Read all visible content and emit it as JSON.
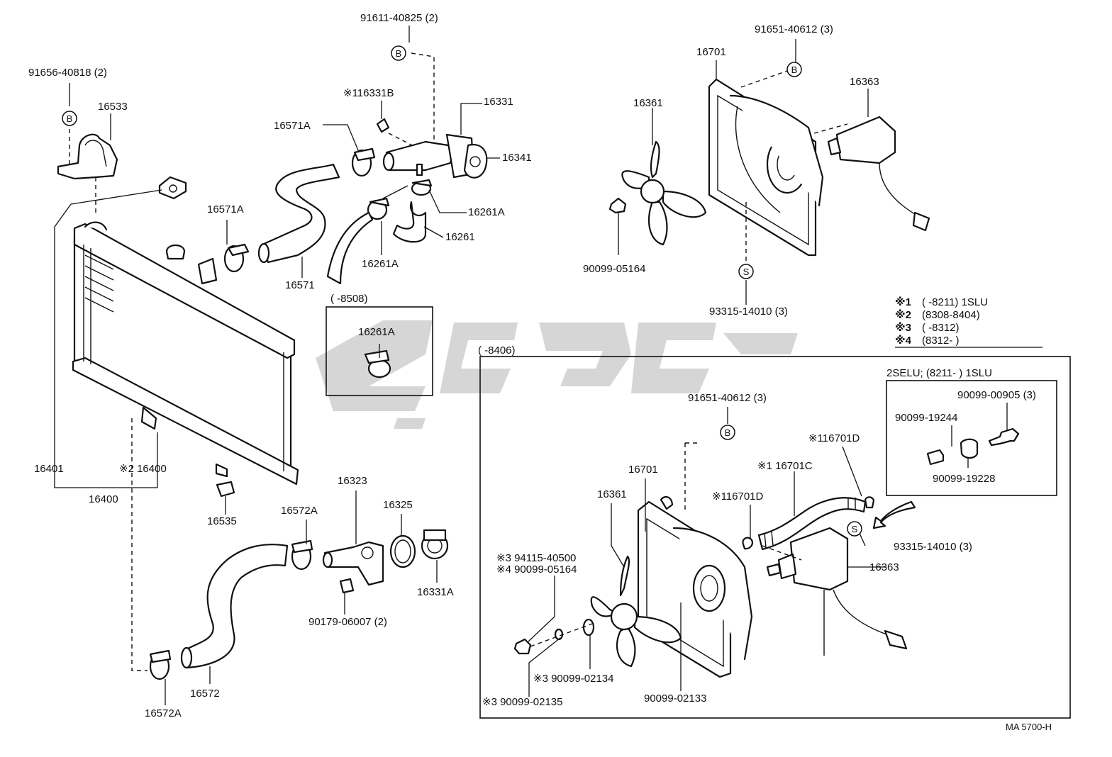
{
  "labels": {
    "l_91656_40818": "91656-40818 (2)",
    "l_16533": "16533",
    "l_91611_40825": "91611-40825 (2)",
    "l_16331B": "※116331B",
    "l_16331": "16331",
    "l_16571A_top": "16571A",
    "l_16341": "16341",
    "l_16261A_right": "16261A",
    "l_16571A_mid": "16571A",
    "l_16261": "16261",
    "l_16261A_below": "16261A",
    "l_16571": "16571",
    "l_inset_range": "(        -8508)",
    "l_inset_16261A": "16261A",
    "l_16401": "16401",
    "l_16400_star2": "※2 16400",
    "l_16400": "16400",
    "l_16535": "16535",
    "l_16572A_top": "16572A",
    "l_16323": "16323",
    "l_16325": "16325",
    "l_16331A": "16331A",
    "l_90179_06007": "90179-06007 (2)",
    "l_16572": "16572",
    "l_16572A_bottom": "16572A",
    "l_91651_40612_top": "91651-40612 (3)",
    "l_16701_top": "16701",
    "l_16361_top": "16361",
    "l_16363_top": "16363",
    "l_90099_05164_top": "90099-05164",
    "l_93315_14010_top": "93315-14010 (3)",
    "l_box2_range": "(        -8406)",
    "l_box3_header": "2SELU; (8211-         ) 1SLU",
    "l_90099_00905": "90099-00905 (3)",
    "l_90099_19244": "90099-19244",
    "l_90099_19228": "90099-19228",
    "l_91651_40612_mid": "91651-40612 (3)",
    "l_16701D_right": "※116701D",
    "l_16701C": "※1 16701C",
    "l_16701D_left": "※116701D",
    "l_16701_mid": "16701",
    "l_16361_mid": "16361",
    "l_94115_40500": "※3 94115-40500",
    "l_90099_05164_mid": "※4 90099-05164",
    "l_93315_14010_mid": "93315-14010 (3)",
    "l_16363_mid": "16363",
    "l_90099_02134": "※3 90099-02134",
    "l_90099_02133": "90099-02133",
    "l_90099_02135": "※3 90099-02135",
    "l_ma": "MA 5700-H"
  },
  "legend": [
    {
      "key": "※1",
      "text": "(        -8211) 1SLU"
    },
    {
      "key": "※2",
      "text": "(8308-8404)"
    },
    {
      "key": "※3",
      "text": "(        -8312)"
    },
    {
      "key": "※4",
      "text": "(8312-         )"
    }
  ],
  "markers": {
    "b": "B",
    "s": "S"
  },
  "icons": {
    "arrow": "arrow-icon",
    "fan": "fan-blade-icon"
  }
}
